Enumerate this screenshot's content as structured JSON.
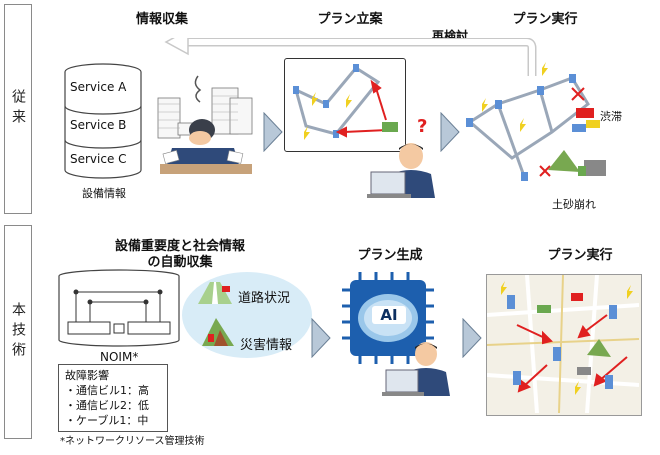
{
  "side_labels": {
    "conventional": "従来",
    "new_tech": "本技術"
  },
  "conventional": {
    "step1_title": "情報収集",
    "step2_title": "プラン立案",
    "step3_title": "プラン実行",
    "reconsider_label": "再検討",
    "services": [
      "Service A",
      "Service B",
      "Service C"
    ],
    "facility_info_label": "設備情報",
    "question_mark": "?",
    "congestion_label": "渋滞",
    "landslide_label": "土砂崩れ"
  },
  "new_tech": {
    "step1_title_line1": "設備重要度と社会情報",
    "step1_title_line2": "の自動収集",
    "step2_title": "プラン生成",
    "step3_title": "プラン実行",
    "road_status_label": "道路状況",
    "disaster_info_label": "災害情報",
    "noim_label": "NOIM*",
    "ai_label": "AI",
    "impact": {
      "title": "故障影響",
      "items": [
        "・通信ビル1：高",
        "・通信ビル2：低",
        "・ケーブル1：中"
      ]
    },
    "footnote": "*ネットワークリソース管理技術"
  },
  "colors": {
    "arrow_gray": "#b8c2cc",
    "red": "#e02020",
    "building_blue": "#5b8fd6",
    "ai_blue": "#1d5fae",
    "green": "#78c850"
  }
}
